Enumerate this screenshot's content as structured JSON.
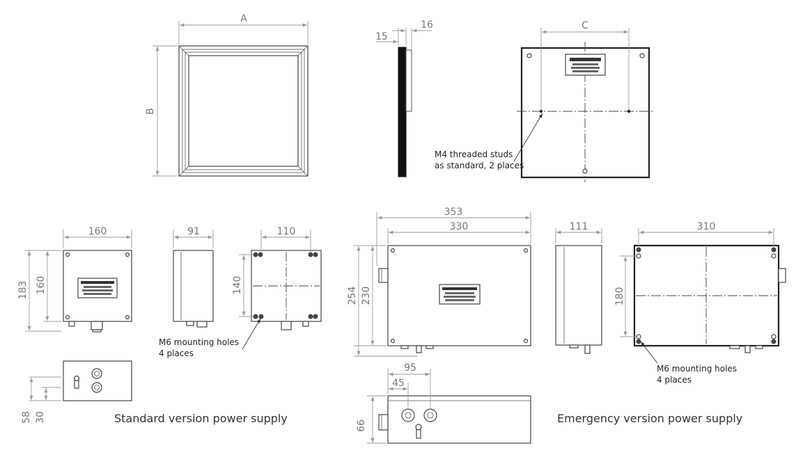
{
  "drawing": {
    "panel_dimensions": {
      "width": "A",
      "height": "B",
      "stud_spacing": "C",
      "depth_1": "15",
      "depth_2": "16"
    },
    "standard_supply": {
      "front_width": "160",
      "front_height_overall": "183",
      "front_height": "160",
      "side_depth": "91",
      "back_hole_width": "110",
      "back_hole_height": "140",
      "bottom_height": "58",
      "bottom_offset": "30"
    },
    "emergency_supply": {
      "front_width_overall": "353",
      "front_width": "330",
      "front_height_overall": "254",
      "front_height": "230",
      "side_depth": "111",
      "back_hole_width": "310",
      "back_hole_height": "180",
      "bottom_gland_1": "45",
      "bottom_gland_2": "95",
      "bottom_height": "66"
    },
    "notes": {
      "studs_line1": "M4 threaded studs",
      "studs_line2": "as standard, 2 places",
      "mount_std_line1": "M6 mounting holes",
      "mount_std_line2": "4 places",
      "mount_em_line1": "M6 mounting holes",
      "mount_em_line2": "4 places"
    },
    "captions": {
      "standard": "Standard version power supply",
      "emergency": "Emergency version power supply"
    }
  }
}
